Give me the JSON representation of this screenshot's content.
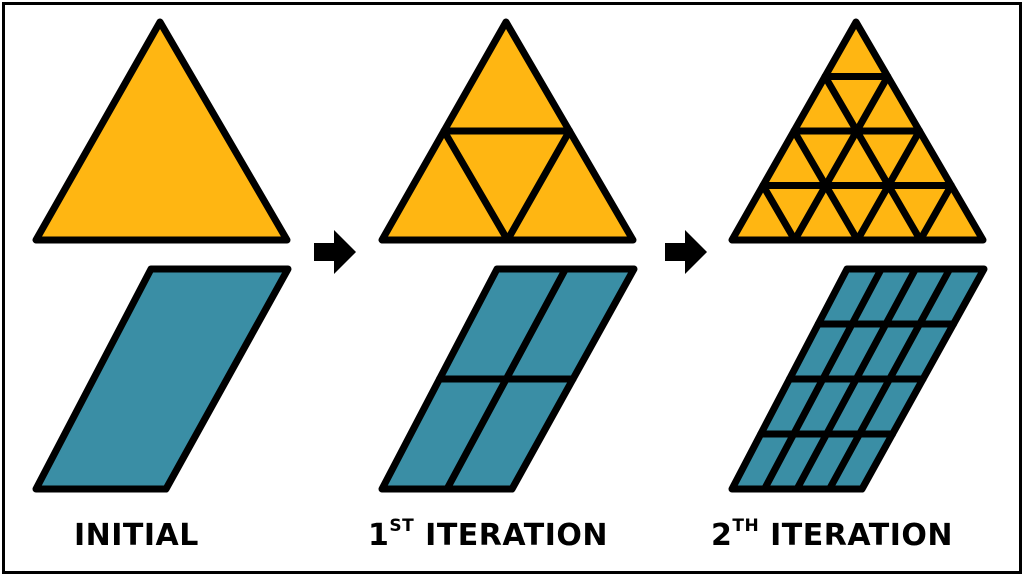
{
  "colors": {
    "triangle_fill": "#FFB612",
    "parallelogram_fill": "#3A8EA5",
    "stroke": "#000000",
    "frame": "#000000"
  },
  "stages": [
    {
      "name": "initial",
      "label_main": "INITIAL",
      "label_sup": "",
      "label_rest": "",
      "triangle_divisions": 1,
      "parallelogram_cols": 1,
      "parallelogram_rows": 1
    },
    {
      "name": "first-iteration",
      "label_main": "1",
      "label_sup": "ST",
      "label_rest": " ITERATION",
      "triangle_divisions": 2,
      "parallelogram_cols": 2,
      "parallelogram_rows": 2
    },
    {
      "name": "second-iteration",
      "label_main": "2",
      "label_sup": "TH",
      "label_rest": " ITERATION",
      "triangle_divisions": 4,
      "parallelogram_cols": 4,
      "parallelogram_rows": 4
    }
  ],
  "arrows": [
    {
      "name": "arrow-initial-to-first",
      "icon": "right-arrow-icon"
    },
    {
      "name": "arrow-first-to-second",
      "icon": "right-arrow-icon"
    }
  ]
}
